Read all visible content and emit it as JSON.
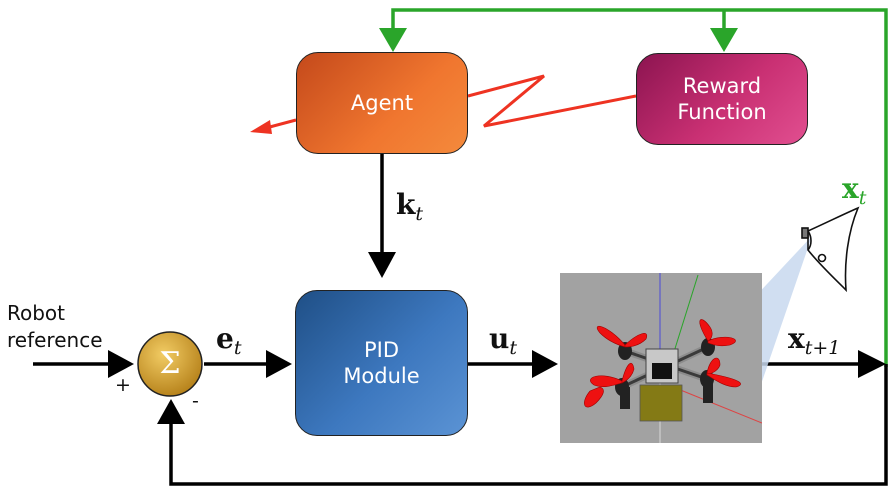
{
  "blocks": {
    "agent": "Agent",
    "reward": [
      "Reward",
      "Function"
    ],
    "pid": [
      "PID",
      "Module"
    ],
    "sum_symbol": "Σ"
  },
  "signals": {
    "k": {
      "main": "k",
      "sub": "t"
    },
    "e": {
      "main": "e",
      "sub": "t"
    },
    "u": {
      "main": "u",
      "sub": "t"
    },
    "x_next": {
      "main": "x",
      "sub": "t+1"
    },
    "x_state": {
      "main": "x",
      "sub": "t"
    }
  },
  "input_label": [
    "Robot",
    "reference"
  ],
  "summing_signs": {
    "plus": "+",
    "minus": "-"
  },
  "colors": {
    "feedback_state": "#2aa52a",
    "action": "#ee3322",
    "agent": "#e86a2a",
    "reward": "#c12c6c",
    "pid": "#3a73b8",
    "sum": "#d9a22a"
  },
  "icons": {
    "camera": "camera-icon",
    "drone": "quadrotor-drone"
  }
}
